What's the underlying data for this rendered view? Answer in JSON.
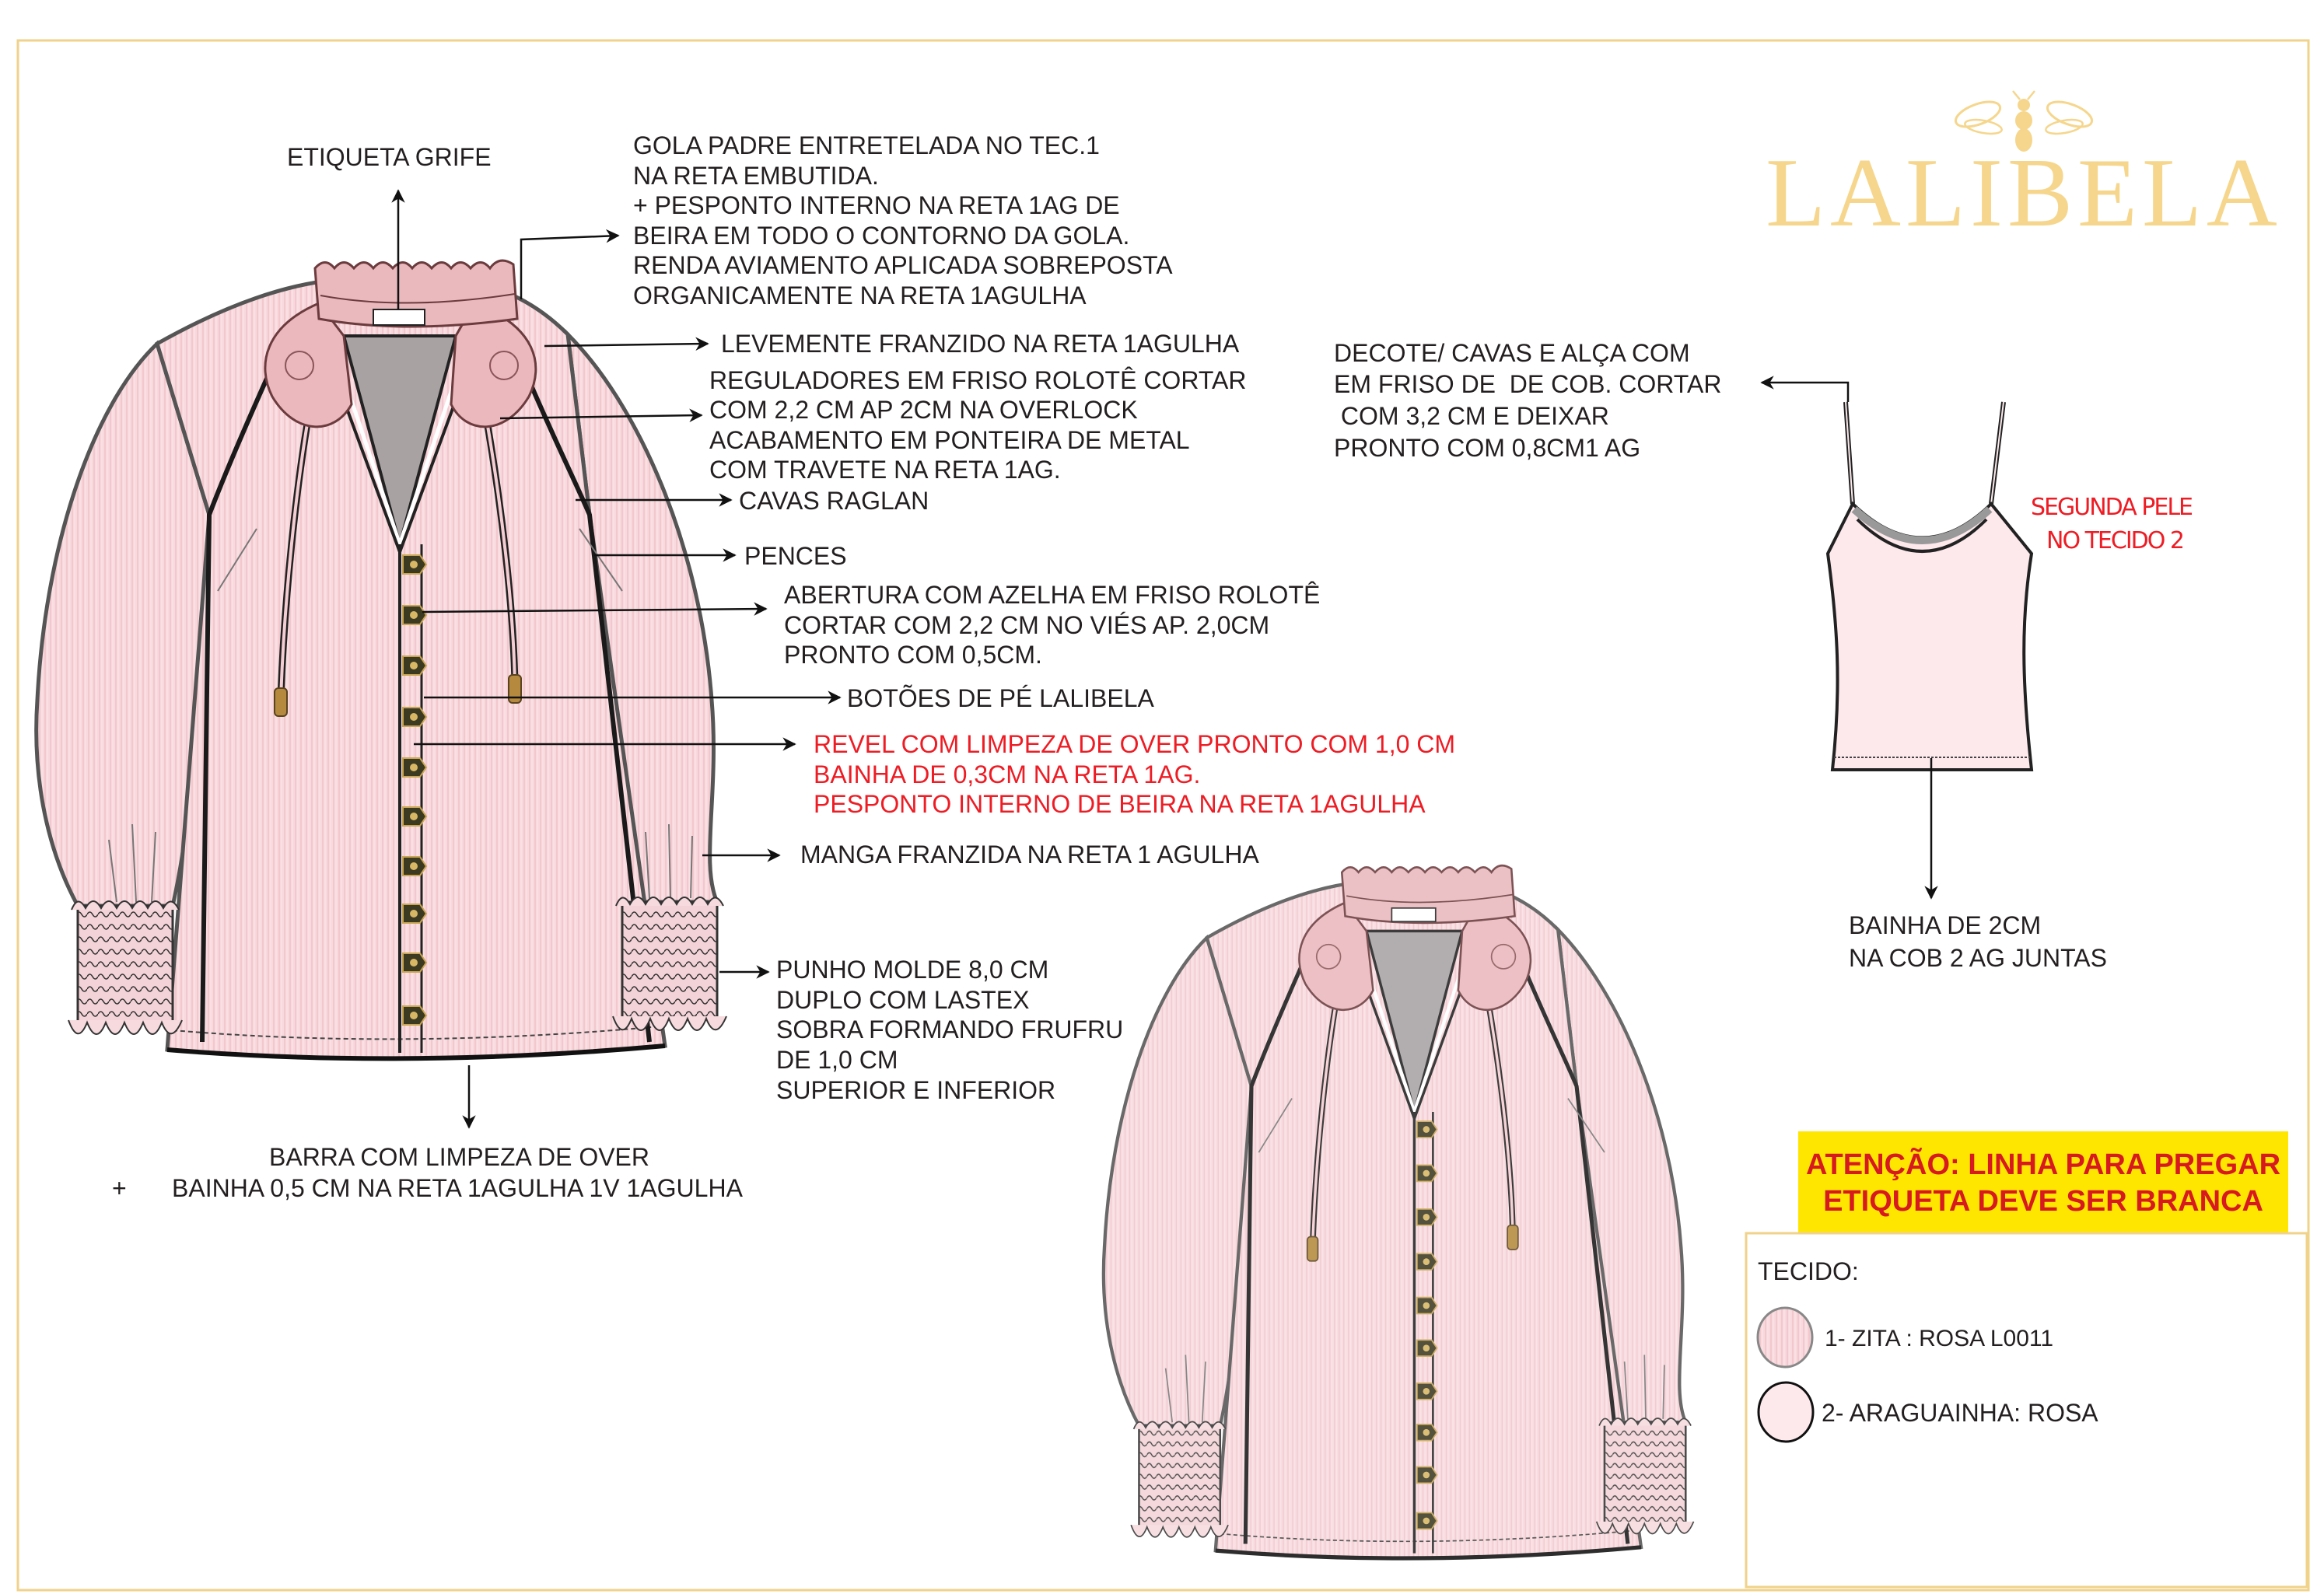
{
  "brand": {
    "name": "LALIBELA",
    "logo_icon": "bee-icon",
    "color": "#f5d68c"
  },
  "colors": {
    "fabric_pink": "#f7d6da",
    "annotation_red": "#ee1c24",
    "warning_yellow": "#ffe600",
    "frame_gold": "#f0d28a"
  },
  "annotations": {
    "etiqueta": "ETIQUETA GRIFE",
    "gola": [
      "GOLA PADRE ENTRETELADA NO TEC.1",
      "NA RETA EMBUTIDA.",
      "+ PESPONTO INTERNO NA RETA 1AG DE",
      "BEIRA EM TODO O CONTORNO DA GOLA.",
      "RENDA AVIAMENTO APLICADA SOBREPOSTA",
      "ORGANICAMENTE NA RETA 1AGULHA"
    ],
    "levemente": "LEVEMENTE FRANZIDO NA RETA 1AGULHA",
    "reguladores": [
      "REGULADORES EM FRISO ROLOTÊ CORTAR",
      "COM 2,2 CM AP 2CM NA OVERLOCK",
      "ACABAMENTO EM PONTEIRA DE METAL",
      "COM TRAVETE NA RETA 1AG."
    ],
    "cavas": "CAVAS RAGLAN",
    "pences": "PENCES",
    "abertura": [
      "ABERTURA COM AZELHA EM FRISO ROLOTÊ",
      "CORTAR COM 2,2 CM NO VIÉS AP. 2,0CM",
      "PRONTO COM 0,5CM."
    ],
    "botoes": "BOTÕES DE PÉ LALIBELA",
    "revel": [
      "REVEL COM LIMPEZA DE OVER PRONTO COM 1,0 CM",
      "BAINHA DE 0,3CM NA RETA 1AG.",
      "PESPONTO INTERNO DE BEIRA NA RETA 1AGULHA"
    ],
    "manga": "MANGA FRANZIDA NA RETA 1 AGULHA",
    "punho": [
      "PUNHO MOLDE 8,0 CM",
      "DUPLO COM LASTEX",
      "SOBRA FORMANDO FRUFRU",
      "DE 1,0 CM",
      "SUPERIOR E INFERIOR"
    ],
    "barra": {
      "line1": "BARRA COM LIMPEZA DE OVER",
      "plus": "+",
      "line2": "BAINHA 0,5 CM NA RETA 1AGULHA 1V 1AGULHA"
    },
    "decote": [
      "DECOTE/ CAVAS E ALÇA COM",
      "EM FRISO DE  DE COB. CORTAR",
      " COM 3,2 CM E DEIXAR",
      "PRONTO COM 0,8CM1 AG"
    ],
    "segunda_pele": [
      "SEGUNDA PELE",
      "NO TECIDO 2"
    ],
    "bainha_tank": [
      "BAINHA DE 2CM",
      "NA COB 2 AG JUNTAS"
    ]
  },
  "warning": [
    "ATENÇÃO: LINHA PARA PREGAR",
    "ETIQUETA DEVE SER BRANCA"
  ],
  "tecido": {
    "title": "TECIDO:",
    "items": [
      {
        "label": "1- ZITA : ROSA L0011",
        "swatch": "#f9dfe3"
      },
      {
        "label": "2- ARAGUAINHA: ROSA",
        "swatch": "#fde8ec"
      }
    ]
  }
}
